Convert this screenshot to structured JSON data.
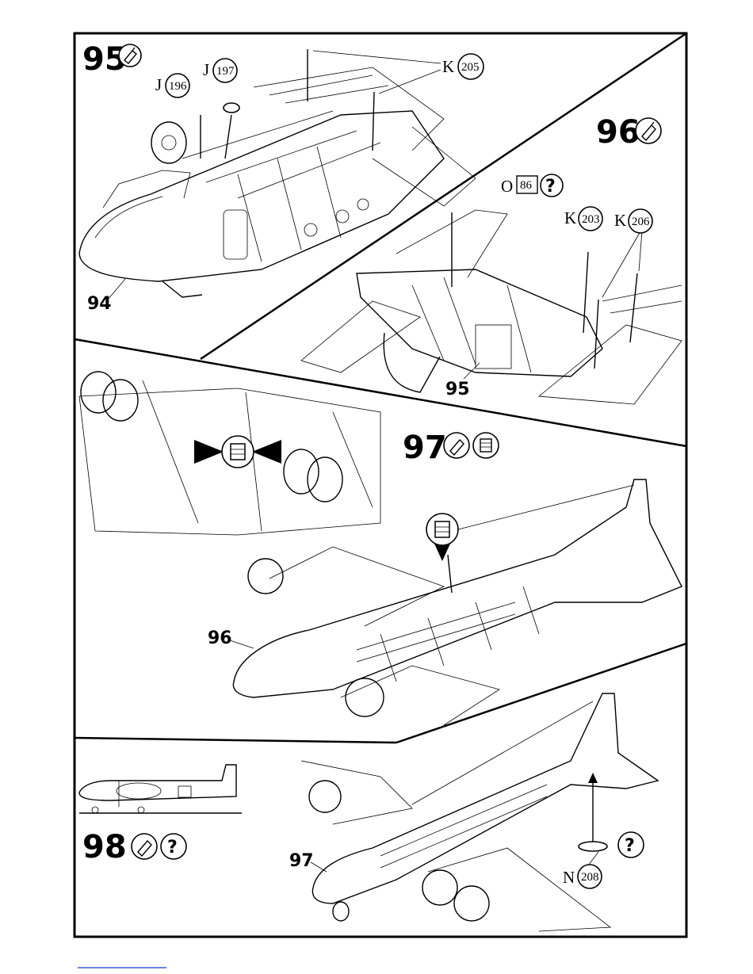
{
  "steps": [
    {
      "number": "95"
    },
    {
      "number": "96"
    },
    {
      "number": "97"
    },
    {
      "number": "98"
    }
  ],
  "assembly_labels": {
    "a94": "94",
    "a95": "95",
    "a96": "96",
    "a97": "97"
  },
  "parts": {
    "j196": {
      "letter": "J",
      "number": "196"
    },
    "j197": {
      "letter": "J",
      "number": "197"
    },
    "k205": {
      "letter": "K",
      "number": "205"
    },
    "o86": {
      "letter": "O",
      "number": "86"
    },
    "k203": {
      "letter": "K",
      "number": "203"
    },
    "k206": {
      "letter": "K",
      "number": "206"
    },
    "n208": {
      "letter": "N",
      "number": "208"
    }
  },
  "symbols": {
    "question": "?"
  },
  "icons": {
    "glue": "glue-tube-icon",
    "thread": "thread-spool-icon",
    "optional": "question-mark-icon"
  }
}
